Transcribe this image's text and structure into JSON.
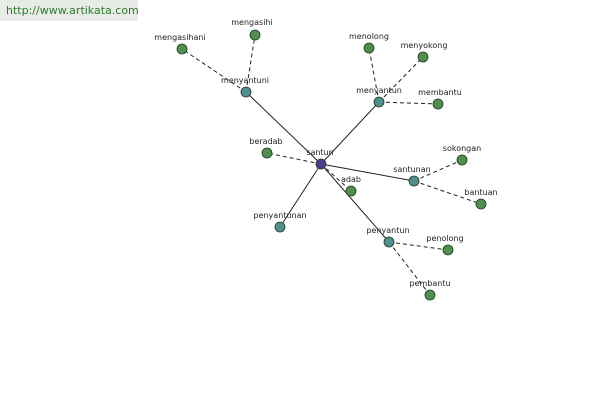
{
  "header": {
    "url": "http://www.artikata.com"
  },
  "colors": {
    "center": "#4a3f8f",
    "primary": "#4f8f8f",
    "leaf": "#4f8f4f"
  },
  "nodes": [
    {
      "id": "santun",
      "label": "santun",
      "kind": "center"
    },
    {
      "id": "menyantuni",
      "label": "menyantuni",
      "kind": "primary"
    },
    {
      "id": "menyantun",
      "label": "menyantun",
      "kind": "primary"
    },
    {
      "id": "santunan",
      "label": "santunan",
      "kind": "primary"
    },
    {
      "id": "penyantun",
      "label": "penyantun",
      "kind": "primary"
    },
    {
      "id": "penyantunan",
      "label": "penyantunan",
      "kind": "primary"
    },
    {
      "id": "mengasihani",
      "label": "mengasihani",
      "kind": "leaf"
    },
    {
      "id": "mengasihi",
      "label": "mengasihi",
      "kind": "leaf"
    },
    {
      "id": "menolong",
      "label": "menolong",
      "kind": "leaf"
    },
    {
      "id": "menyokong",
      "label": "menyokong",
      "kind": "leaf"
    },
    {
      "id": "membantu",
      "label": "membantu",
      "kind": "leaf"
    },
    {
      "id": "beradab",
      "label": "beradab",
      "kind": "leaf"
    },
    {
      "id": "adab",
      "label": "adab",
      "kind": "leaf"
    },
    {
      "id": "sokongan",
      "label": "sokongan",
      "kind": "leaf"
    },
    {
      "id": "bantuan",
      "label": "bantuan",
      "kind": "leaf"
    },
    {
      "id": "penolong",
      "label": "penolong",
      "kind": "leaf"
    },
    {
      "id": "pembantu",
      "label": "pembantu",
      "kind": "leaf"
    }
  ],
  "edges": [
    {
      "from": "santun",
      "to": "menyantuni",
      "style": "solid"
    },
    {
      "from": "santun",
      "to": "menyantun",
      "style": "solid"
    },
    {
      "from": "santun",
      "to": "santunan",
      "style": "solid"
    },
    {
      "from": "santun",
      "to": "penyantun",
      "style": "solid"
    },
    {
      "from": "santun",
      "to": "penyantunan",
      "style": "solid"
    },
    {
      "from": "santun",
      "to": "beradab",
      "style": "dashed"
    },
    {
      "from": "santun",
      "to": "adab",
      "style": "dashed"
    },
    {
      "from": "menyantuni",
      "to": "mengasihani",
      "style": "dashed"
    },
    {
      "from": "menyantuni",
      "to": "mengasihi",
      "style": "dashed"
    },
    {
      "from": "menyantun",
      "to": "menolong",
      "style": "dashed"
    },
    {
      "from": "menyantun",
      "to": "menyokong",
      "style": "dashed"
    },
    {
      "from": "menyantun",
      "to": "membantu",
      "style": "dashed"
    },
    {
      "from": "santunan",
      "to": "sokongan",
      "style": "dashed"
    },
    {
      "from": "santunan",
      "to": "bantuan",
      "style": "dashed"
    },
    {
      "from": "penyantun",
      "to": "penolong",
      "style": "dashed"
    },
    {
      "from": "penyantun",
      "to": "pembantu",
      "style": "dashed"
    }
  ]
}
